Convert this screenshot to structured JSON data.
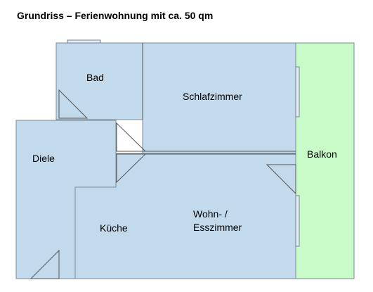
{
  "title": "Grundriss – Ferienwohnung mit ca. 50 qm",
  "rooms": {
    "bad": "Bad",
    "schlafzimmer": "Schlafzimmer",
    "diele": "Diele",
    "kueche": "Küche",
    "wohnen_line1": "Wohn- /",
    "wohnen_line2": "Esszimmer",
    "balkon": "Balkon"
  },
  "colors": {
    "room_fill": "#c3d9ec",
    "balcony_fill": "#c9fbc8",
    "wall": "#7a8a99"
  }
}
